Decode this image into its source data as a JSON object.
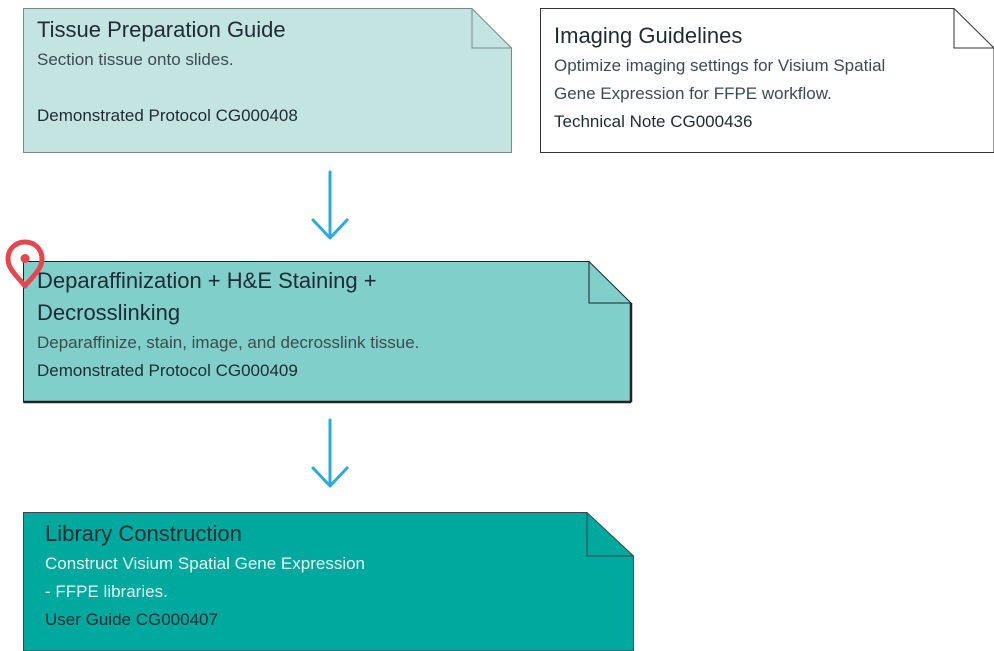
{
  "cards": {
    "tissue": {
      "title": "Tissue Preparation Guide",
      "description": "Section tissue onto slides.",
      "reference": "Demonstrated Protocol CG000408",
      "fill": "#c4e4e2"
    },
    "imaging": {
      "title": "Imaging Guidelines",
      "description_line1": "Optimize imaging settings for Visium Spatial",
      "description_line2": "Gene Expression for FFPE workflow.",
      "reference": "Technical Note CG000436",
      "fill": "#ffffff"
    },
    "deparaffinization": {
      "title_line1": "Deparaffinization + H&E Staining +",
      "title_line2": "Decrosslinking",
      "description": "Deparaffinize, stain, image, and decrosslink tissue.",
      "reference": "Demonstrated Protocol CG000409",
      "fill": "#81cfca"
    },
    "library": {
      "title": "Library Construction",
      "description_line1": "Construct Visium Spatial Gene Expression",
      "description_line2": "- FFPE libraries.",
      "reference": "User Guide CG000407",
      "fill": "#00a99d"
    }
  },
  "colors": {
    "arrow": "#29abe2",
    "pin": "#e8464e",
    "border": "#222222"
  },
  "icons": {
    "location_marker": "map-pin-icon",
    "flow_arrow": "arrow-down-icon"
  }
}
